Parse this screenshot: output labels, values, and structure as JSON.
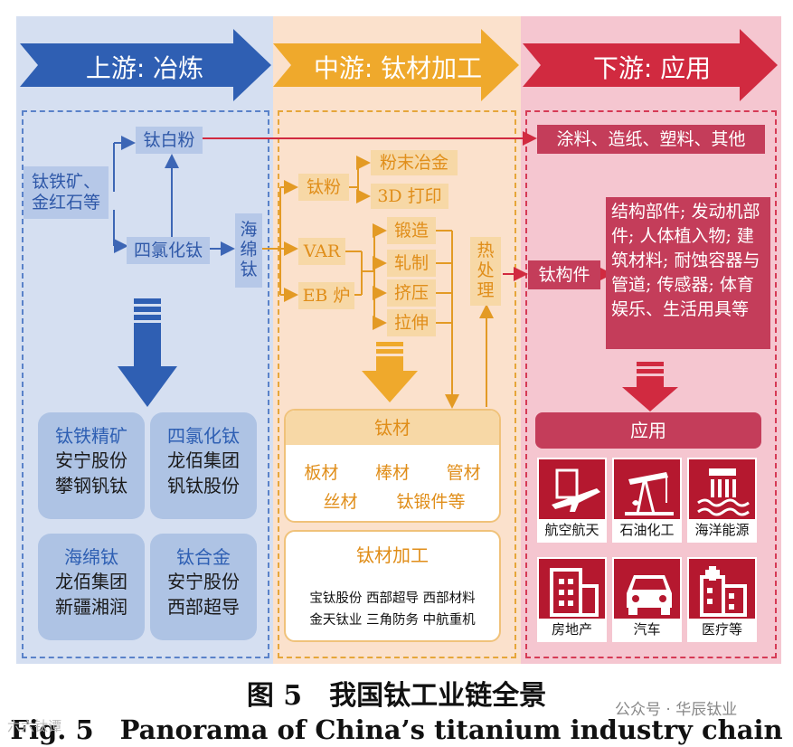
{
  "stages": {
    "upstream": "上游: 冶炼",
    "midstream": "中游: 钛材加工",
    "downstream": "下游: 应用"
  },
  "upstream": {
    "ore": "钛铁矿、\n金红石等",
    "titanium_white": "钛白粉",
    "ticl4": "四氯化钛",
    "sponge": "海\n绵\n钛",
    "cards": [
      {
        "title": "钛铁精矿",
        "lines": [
          "安宁股份",
          "攀钢钒钛"
        ]
      },
      {
        "title": "四氯化钛",
        "lines": [
          "龙佰集团",
          "钒钛股份"
        ]
      },
      {
        "title": "海绵钛",
        "lines": [
          "龙佰集团",
          "新疆湘润"
        ]
      },
      {
        "title": "钛合金",
        "lines": [
          "安宁股份",
          "西部超导"
        ]
      }
    ]
  },
  "midstream": {
    "ti_powder": "钛粉",
    "powder_metallurgy": "粉末冶金",
    "printing_3d": "3D 打印",
    "var": "VAR",
    "eb": "EB 炉",
    "forging": "锻造",
    "rolling": "轧制",
    "extrusion": "挤压",
    "drawing": "拉伸",
    "heat_treatment": "热\n处\n理",
    "materials_title": "钛材",
    "materials_row1": [
      "板材",
      "棒材",
      "管材"
    ],
    "materials_row2": [
      "丝材",
      "钛锻件等"
    ],
    "processing_title": "钛材加工",
    "processing_row1": "宝钛股份 西部超导 西部材料",
    "processing_row2": "金天钛业 三角防务 中航重机"
  },
  "downstream": {
    "coatings": "涂料、造纸、塑料、其他",
    "ti_component": "钛构件",
    "uses": "结构部件; 发动机部件; 人体植入物; 建筑材料; 耐蚀容器与管道; 传感器; 体育娱乐、生活用具等",
    "application_title": "应用",
    "tiles": [
      {
        "label": "航空航天",
        "icon": "airplane-icon"
      },
      {
        "label": "石油化工",
        "icon": "oil-pump-icon"
      },
      {
        "label": "海洋能源",
        "icon": "ocean-icon"
      },
      {
        "label": "房地产",
        "icon": "building-icon"
      },
      {
        "label": "汽车",
        "icon": "car-icon"
      },
      {
        "label": "医疗等",
        "icon": "hospital-icon"
      }
    ]
  },
  "caption": {
    "cn": "图 5　我国钛工业链全景",
    "en": "Fig. 5　Panorama of China’s titanium industry chain"
  },
  "watermark": {
    "right": "公众号 · 华辰钛业",
    "left": "六六钛谭"
  },
  "colors": {
    "upstream_bg": "#d5dff1",
    "midstream_bg": "#fbe1cc",
    "downstream_bg": "#f5c6d0",
    "blue_arrow": "#2f5fb3",
    "orange_arrow": "#efa92c",
    "red_arrow": "#d12a40"
  }
}
